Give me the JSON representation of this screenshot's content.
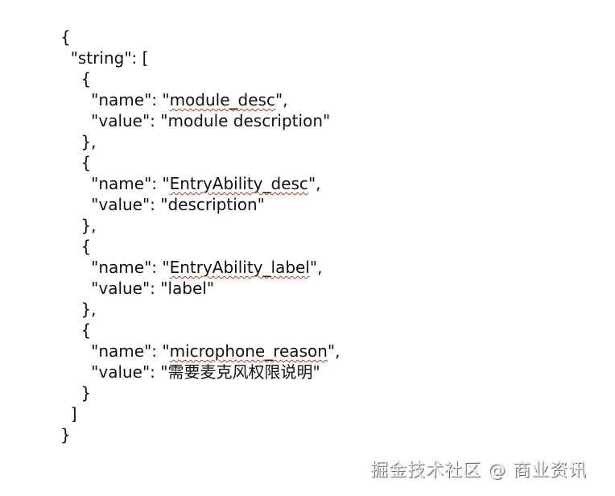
{
  "document": {
    "lines": [
      {
        "indent": "",
        "before": "{",
        "squiggle": "",
        "after": ""
      },
      {
        "indent": "  ",
        "before": "\"string\": [",
        "squiggle": "",
        "after": ""
      },
      {
        "indent": "    ",
        "before": "{",
        "squiggle": "",
        "after": ""
      },
      {
        "indent": "      ",
        "before": "\"name\": \"",
        "squiggle": "module_desc",
        "after": "\","
      },
      {
        "indent": "      ",
        "before": "\"value\": \"module description\"",
        "squiggle": "",
        "after": ""
      },
      {
        "indent": "    ",
        "before": "},",
        "squiggle": "",
        "after": ""
      },
      {
        "indent": "    ",
        "before": "{",
        "squiggle": "",
        "after": ""
      },
      {
        "indent": "      ",
        "before": "\"name\": \"",
        "squiggle": "EntryAbility_desc",
        "after": "\","
      },
      {
        "indent": "      ",
        "before": "\"value\": \"description\"",
        "squiggle": "",
        "after": ""
      },
      {
        "indent": "    ",
        "before": "},",
        "squiggle": "",
        "after": ""
      },
      {
        "indent": "    ",
        "before": "{",
        "squiggle": "",
        "after": ""
      },
      {
        "indent": "      ",
        "before": "\"name\": \"",
        "squiggle": "EntryAbility_label",
        "after": "\","
      },
      {
        "indent": "      ",
        "before": "\"value\": \"label\"",
        "squiggle": "",
        "after": ""
      },
      {
        "indent": "    ",
        "before": "},",
        "squiggle": "",
        "after": ""
      },
      {
        "indent": "    ",
        "before": "{",
        "squiggle": "",
        "after": ""
      },
      {
        "indent": "      ",
        "before": "\"name\": \"",
        "squiggle": "microphone_reason",
        "after": "\","
      },
      {
        "indent": "      ",
        "before": "\"value\": \"需要麦克风权限说明\"",
        "squiggle": "",
        "after": ""
      },
      {
        "indent": "    ",
        "before": "}",
        "squiggle": "",
        "after": ""
      },
      {
        "indent": "  ",
        "before": "]",
        "squiggle": "",
        "after": ""
      },
      {
        "indent": "",
        "before": "}",
        "squiggle": "",
        "after": ""
      }
    ]
  },
  "watermark": {
    "text": "掘金技术社区 @ 商业资讯"
  }
}
